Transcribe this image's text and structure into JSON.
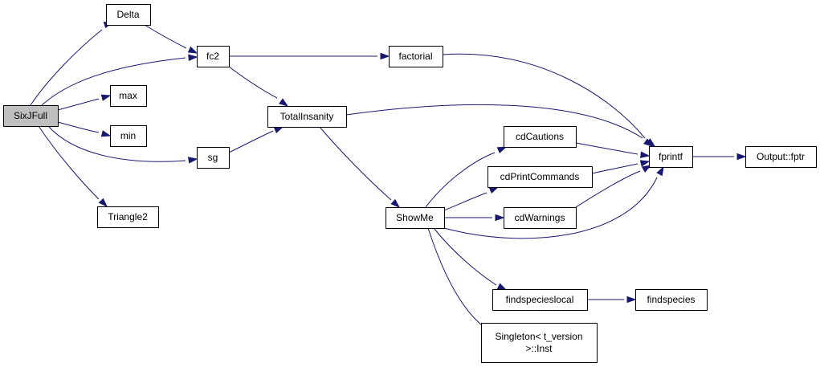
{
  "graph": {
    "colors": {
      "edge": "#191970",
      "root_fill": "#bfbfbf",
      "node_fill": "#ffffff",
      "node_border": "#000000"
    },
    "nodes": {
      "SixJFull": {
        "label": [
          "SixJFull"
        ],
        "root": true
      },
      "Delta": {
        "label": [
          "Delta"
        ]
      },
      "fc2": {
        "label": [
          "fc2"
        ]
      },
      "max": {
        "label": [
          "max"
        ]
      },
      "min": {
        "label": [
          "min"
        ]
      },
      "sg": {
        "label": [
          "sg"
        ]
      },
      "Triangle2": {
        "label": [
          "Triangle2"
        ]
      },
      "factorial": {
        "label": [
          "factorial"
        ]
      },
      "TotalInsanity": {
        "label": [
          "TotalInsanity"
        ]
      },
      "ShowMe": {
        "label": [
          "ShowMe"
        ]
      },
      "cdCautions": {
        "label": [
          "cdCautions"
        ]
      },
      "cdPrintCommands": {
        "label": [
          "cdPrintCommands"
        ]
      },
      "cdWarnings": {
        "label": [
          "cdWarnings"
        ]
      },
      "fprintf": {
        "label": [
          "fprintf"
        ]
      },
      "Output_fptr": {
        "label": [
          "Output::fptr"
        ]
      },
      "findspecieslocal": {
        "label": [
          "findspecieslocal"
        ]
      },
      "findspecies": {
        "label": [
          "findspecies"
        ]
      },
      "Singleton_Inst": {
        "label": [
          "Singleton< t_version",
          ">::Inst"
        ]
      }
    },
    "edges": [
      {
        "from": "SixJFull",
        "to": "Delta"
      },
      {
        "from": "SixJFull",
        "to": "fc2"
      },
      {
        "from": "SixJFull",
        "to": "max"
      },
      {
        "from": "SixJFull",
        "to": "min"
      },
      {
        "from": "SixJFull",
        "to": "sg"
      },
      {
        "from": "SixJFull",
        "to": "Triangle2"
      },
      {
        "from": "Delta",
        "to": "fc2"
      },
      {
        "from": "fc2",
        "to": "factorial"
      },
      {
        "from": "fc2",
        "to": "TotalInsanity"
      },
      {
        "from": "sg",
        "to": "TotalInsanity"
      },
      {
        "from": "factorial",
        "to": "fprintf"
      },
      {
        "from": "TotalInsanity",
        "to": "fprintf"
      },
      {
        "from": "TotalInsanity",
        "to": "ShowMe"
      },
      {
        "from": "ShowMe",
        "to": "cdCautions"
      },
      {
        "from": "ShowMe",
        "to": "cdPrintCommands"
      },
      {
        "from": "ShowMe",
        "to": "cdWarnings"
      },
      {
        "from": "ShowMe",
        "to": "fprintf"
      },
      {
        "from": "ShowMe",
        "to": "findspecieslocal"
      },
      {
        "from": "ShowMe",
        "to": "Singleton_Inst"
      },
      {
        "from": "cdCautions",
        "to": "fprintf"
      },
      {
        "from": "cdPrintCommands",
        "to": "fprintf"
      },
      {
        "from": "cdWarnings",
        "to": "fprintf"
      },
      {
        "from": "fprintf",
        "to": "Output_fptr"
      },
      {
        "from": "findspecieslocal",
        "to": "findspecies"
      }
    ]
  }
}
